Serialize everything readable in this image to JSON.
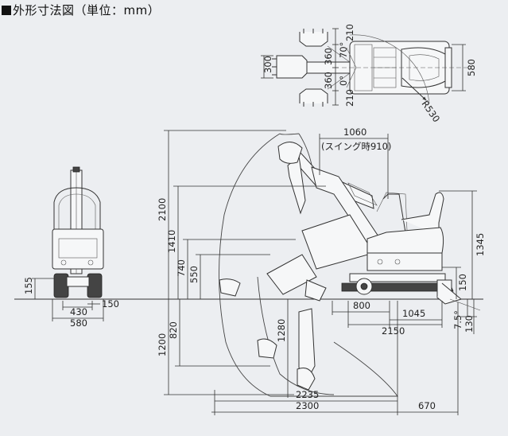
{
  "title": "外形寸法図（単位：mm）",
  "dimensions": {
    "top_view": {
      "d210_top": "210",
      "d360_top": "360",
      "d70": "70°",
      "d300": "300",
      "d360_bot": "360",
      "d0": "0°",
      "d210_bot": "210",
      "d580": "580",
      "r530": "R530"
    },
    "front_view": {
      "d155": "155",
      "d430": "430",
      "d150": "150",
      "d580": "580"
    },
    "side_view": {
      "d1060": "1060",
      "d_swing": "(スイング時910)",
      "d2100": "2100",
      "d1410": "1410",
      "d740": "740",
      "d550": "550",
      "d1345": "1345",
      "d150": "150",
      "d800": "800",
      "d1045": "1045",
      "d2150": "2150",
      "d7_5": "7.5°",
      "d130": "130",
      "d1200": "1200",
      "d820": "820",
      "d1280": "1280",
      "d2235": "2235",
      "d2300": "2300",
      "d670": "670"
    }
  }
}
